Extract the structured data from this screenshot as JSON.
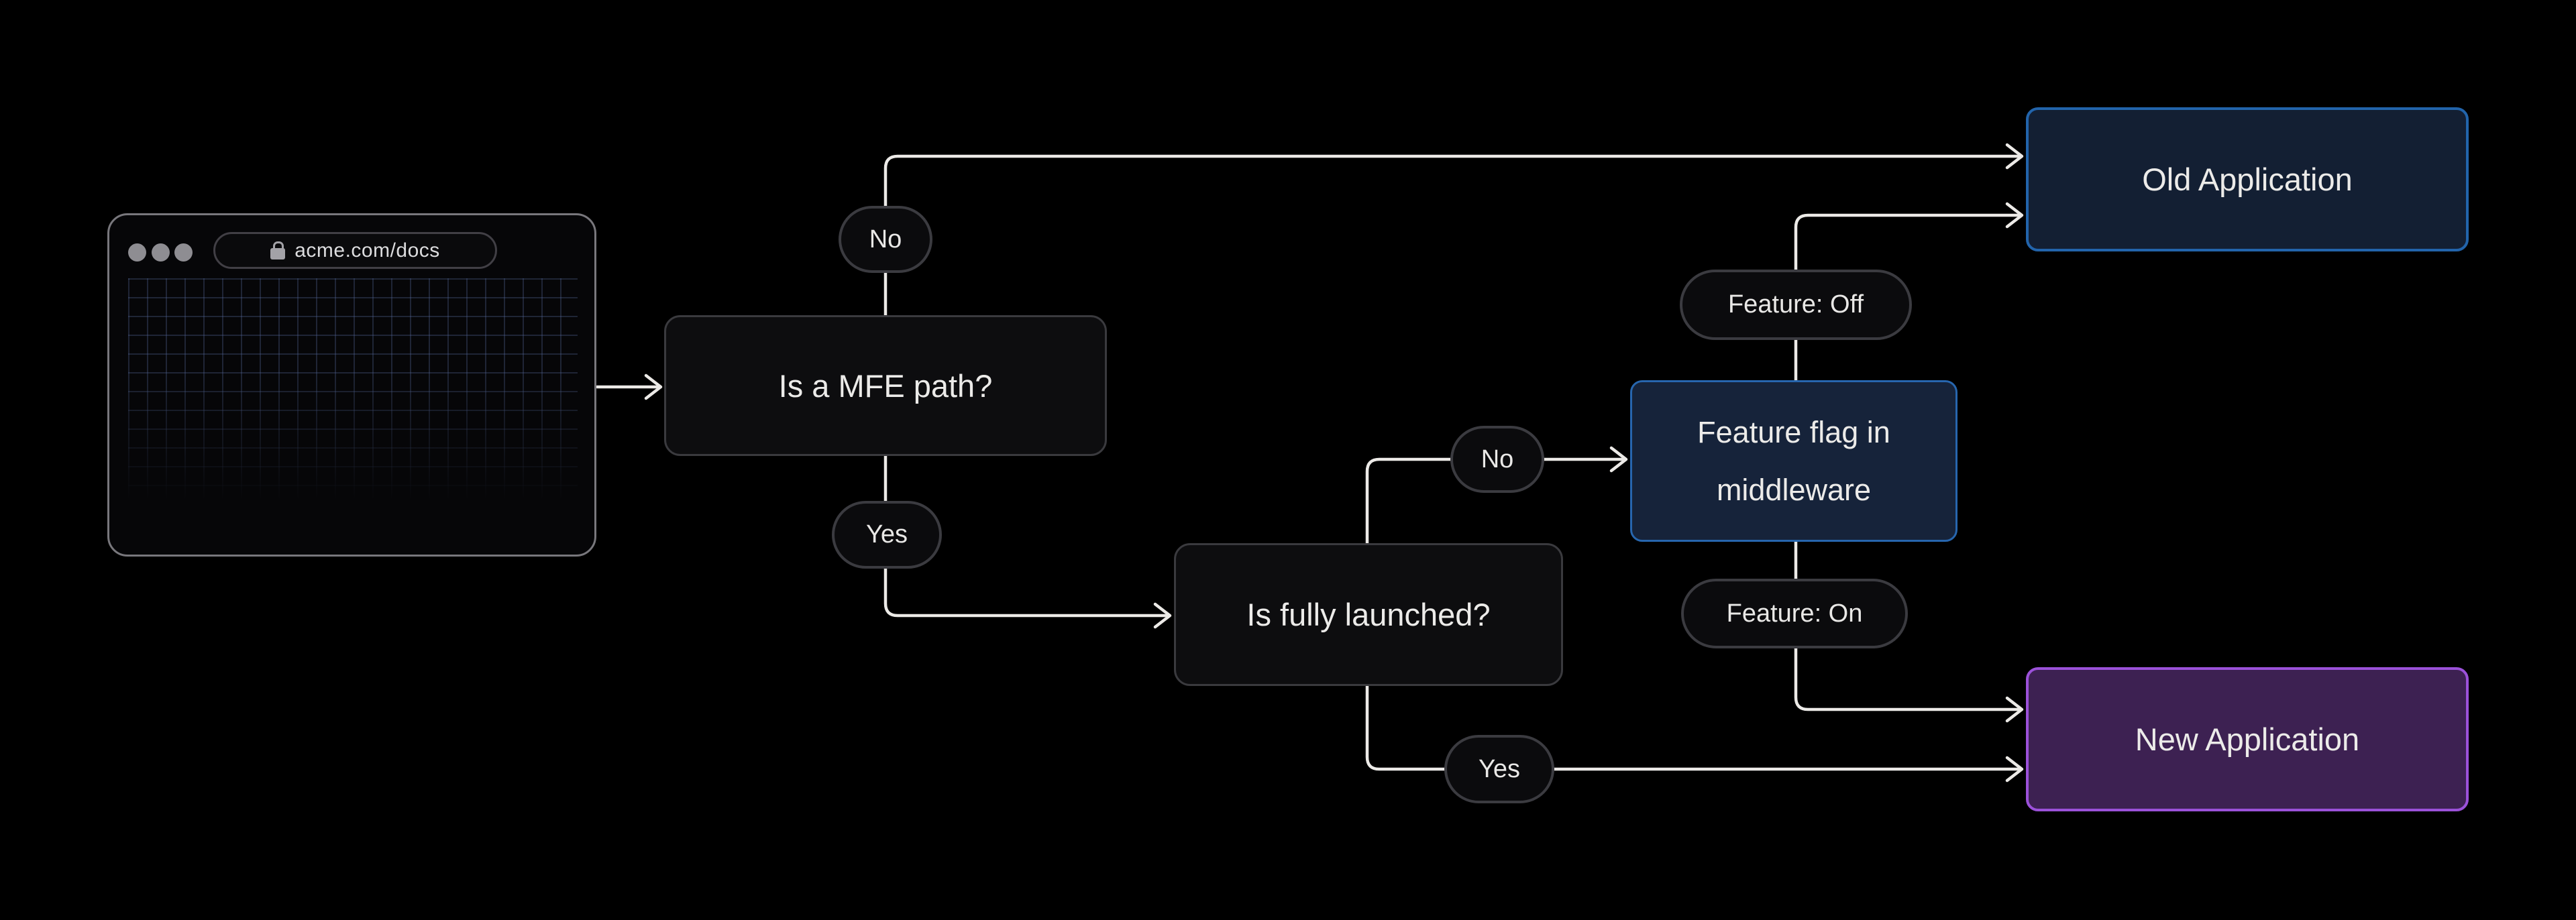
{
  "diagram": {
    "background": "#000000",
    "browser": {
      "url": "acme.com/docs",
      "window_controls": 3
    },
    "nodes": {
      "mfe_question": {
        "label": "Is a MFE path?",
        "type": "decision"
      },
      "fully_launched_question": {
        "label": "Is fully launched?",
        "type": "decision"
      },
      "feature_flag_middleware": {
        "line1": "Feature flag in",
        "line2": "middleware",
        "type": "process",
        "accent": "#2766AE"
      },
      "old_application": {
        "label": "Old Application",
        "type": "terminal",
        "accent": "#2264AB"
      },
      "new_application": {
        "label": "New Application",
        "type": "terminal",
        "accent": "#9B51D9"
      }
    },
    "edge_labels": {
      "mfe_no": "No",
      "mfe_yes": "Yes",
      "launched_no": "No",
      "launched_yes": "Yes",
      "feature_off": "Feature: Off",
      "feature_on": "Feature: On"
    },
    "colors": {
      "connector": "#ECEAE7",
      "node_fill": "#0D0D0F",
      "node_border": "#3A3A3E",
      "pill_fill": "#0B0B0D",
      "pill_border": "#3B3B40",
      "blue_fill": "#16233A",
      "blue_border": "#2766AE",
      "old_fill": "#131F33",
      "old_border": "#2264AB",
      "purple_fill": "#3D2152",
      "purple_border": "#9B51D9",
      "text": "#ECEBE9"
    }
  }
}
